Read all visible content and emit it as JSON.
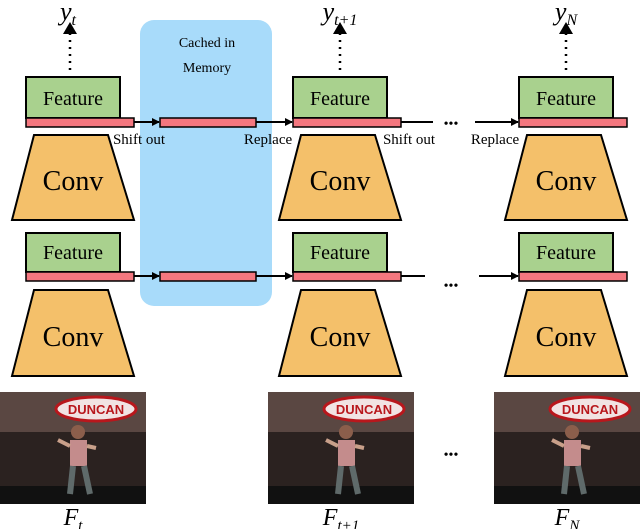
{
  "memory_label": [
    "Cached in",
    "Memory"
  ],
  "columns": [
    {
      "output": "y",
      "output_sub": "t",
      "frame": "F",
      "frame_sub": "t"
    },
    {
      "output": "y",
      "output_sub": "t+1",
      "frame": "F",
      "frame_sub": "t+1"
    },
    {
      "output": "y",
      "output_sub": "N",
      "frame": "F",
      "frame_sub": "N"
    }
  ],
  "block_feature": "Feature",
  "block_conv": "Conv",
  "arrow_labels": {
    "shift_out_1": "Shift out",
    "replace_1": "Replace",
    "shift_out_2": "Shift out",
    "replace_2": "Replace"
  },
  "ellipsis": "•••",
  "frame_banner": "DUNCAN",
  "colors": {
    "feature_fill": "#a9d18e",
    "feature_stripe": "#f4777f",
    "conv_fill": "#f4c06a",
    "memory_fill": "#a8dbfa",
    "cached_bar": "#f4777f"
  }
}
